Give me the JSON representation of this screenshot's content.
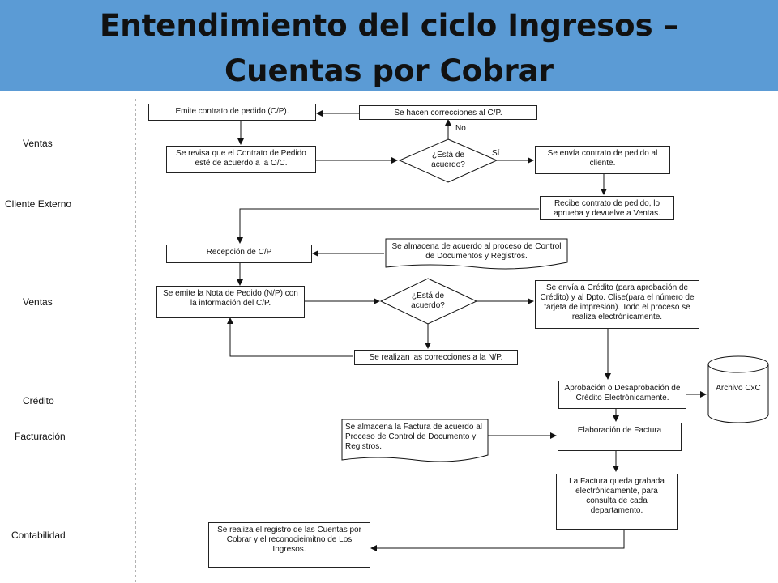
{
  "title": {
    "line1": "Entendimiento del ciclo Ingresos –",
    "line2": "Cuentas por Cobrar"
  },
  "lanes": {
    "ventas1": "Ventas",
    "cliente": "Cliente Externo",
    "ventas2": "Ventas",
    "credito": "Crédito",
    "facturacion": "Facturación",
    "contabilidad": "Contabilidad"
  },
  "nodes": {
    "emite_contrato": "Emite contrato de pedido (C/P).",
    "correcciones_cp": "Se hacen correcciones al C/P.",
    "revisa_contrato": "Se revisa que el Contrato de Pedido esté de acuerdo a la O/C.",
    "decision1": "¿Está de acuerdo?",
    "envia_contrato": "Se envía contrato de pedido al cliente.",
    "recibe_contrato": "Recibe contrato de pedido, lo aprueba y devuelve a Ventas.",
    "recepcion_cp": "Recepción de C/P",
    "almacena_cp": "Se almacena de acuerdo al proceso de Control de Documentos y Registros.",
    "emite_np": "Se emite la Nota de Pedido (N/P) con la información del C/P.",
    "decision2": "¿Está de acuerdo?",
    "envia_credito": "Se envía a Crédito (para aprobación de Crédito) y al Dpto. Clise(para el número de tarjeta de impresión). Todo el proceso se realiza electrónicamente.",
    "correcciones_np": "Se realizan las correcciones a la N/P.",
    "aprobacion": "Aprobación o Desaprobación de Crédito Electrónicamente.",
    "archivo": "Archivo CxC",
    "almacena_factura": "Se almacena la Factura de acuerdo al Proceso de Control de Documento y Registros.",
    "elaboracion_factura": "Elaboración de Factura",
    "factura_grabada": "La Factura queda grabada electrónicamente, para consulta de cada departamento.",
    "registro": "Se realiza el registro de las Cuentas por Cobrar y el reconocieimitno de Los Ingresos."
  },
  "labels": {
    "no": "No",
    "si": "Sí"
  }
}
